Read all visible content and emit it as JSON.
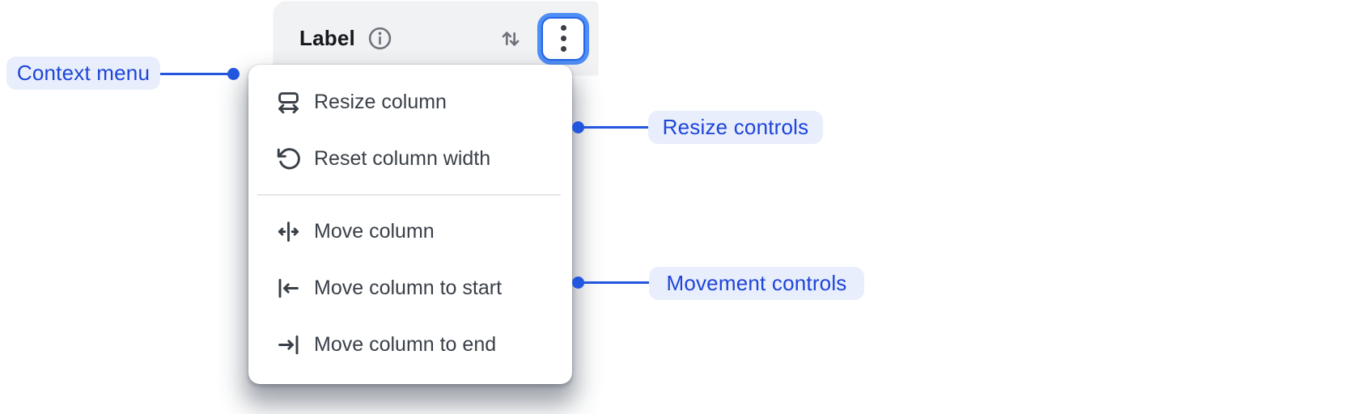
{
  "table_header": {
    "label": "Label",
    "info_icon": "info-circle-icon",
    "sort_icon": "sort-arrows-icon",
    "menu_button_icon": "kebab-vertical-icon"
  },
  "context_menu": {
    "sections": [
      {
        "name": "resize",
        "items": [
          {
            "icon": "resize-column-icon",
            "label": "Resize column"
          },
          {
            "icon": "reset-column-width-icon",
            "label": "Reset column width"
          }
        ]
      },
      {
        "name": "movement",
        "items": [
          {
            "icon": "move-column-icon",
            "label": "Move column"
          },
          {
            "icon": "move-column-to-start-icon",
            "label": "Move column to start"
          },
          {
            "icon": "move-column-to-end-icon",
            "label": "Move column to end"
          }
        ]
      }
    ]
  },
  "annotations": {
    "context_menu": {
      "label": "Context menu"
    },
    "resize_controls": {
      "label": "Resize controls"
    },
    "movement_controls": {
      "label": "Movement controls"
    }
  },
  "colors": {
    "annotation_text": "#1d45d9",
    "annotation_pill_bg": "#e9eefc",
    "connector_blue": "#2356df",
    "header_bg": "#f1f2f4",
    "menu_text": "#3a4048",
    "focus_ring_outer": "#4e8ef6",
    "focus_ring_inner": "#2163e6",
    "header_icon_gray": "#6e737b"
  }
}
